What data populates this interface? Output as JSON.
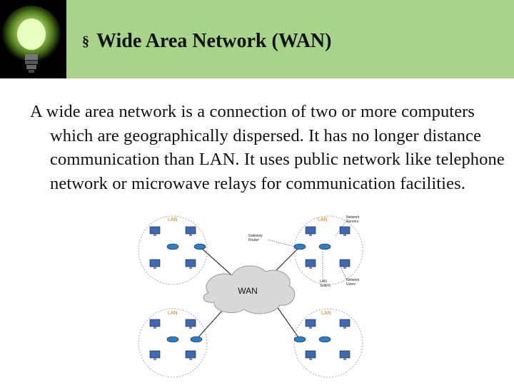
{
  "slide": {
    "title": "Wide Area Network (WAN)",
    "bullet": "§",
    "body": "A wide area network is a connection of two or more computers which are geographically dispersed. It has no longer distance communication than LAN. It uses public network like telephone network or microwave relays for communication facilities."
  },
  "diagram": {
    "cloud_label": "WAN",
    "lan_label": "LAN",
    "network_servers": "Network\nServers",
    "gateway_router": "Gateway\nRouter",
    "lan_switch": "LAN\nSwitch",
    "network_users": "Network\nUsers"
  },
  "colors": {
    "header": "#a8d48a",
    "lan_label": "#e07a20",
    "bulb_glow": "#c8f07a"
  }
}
